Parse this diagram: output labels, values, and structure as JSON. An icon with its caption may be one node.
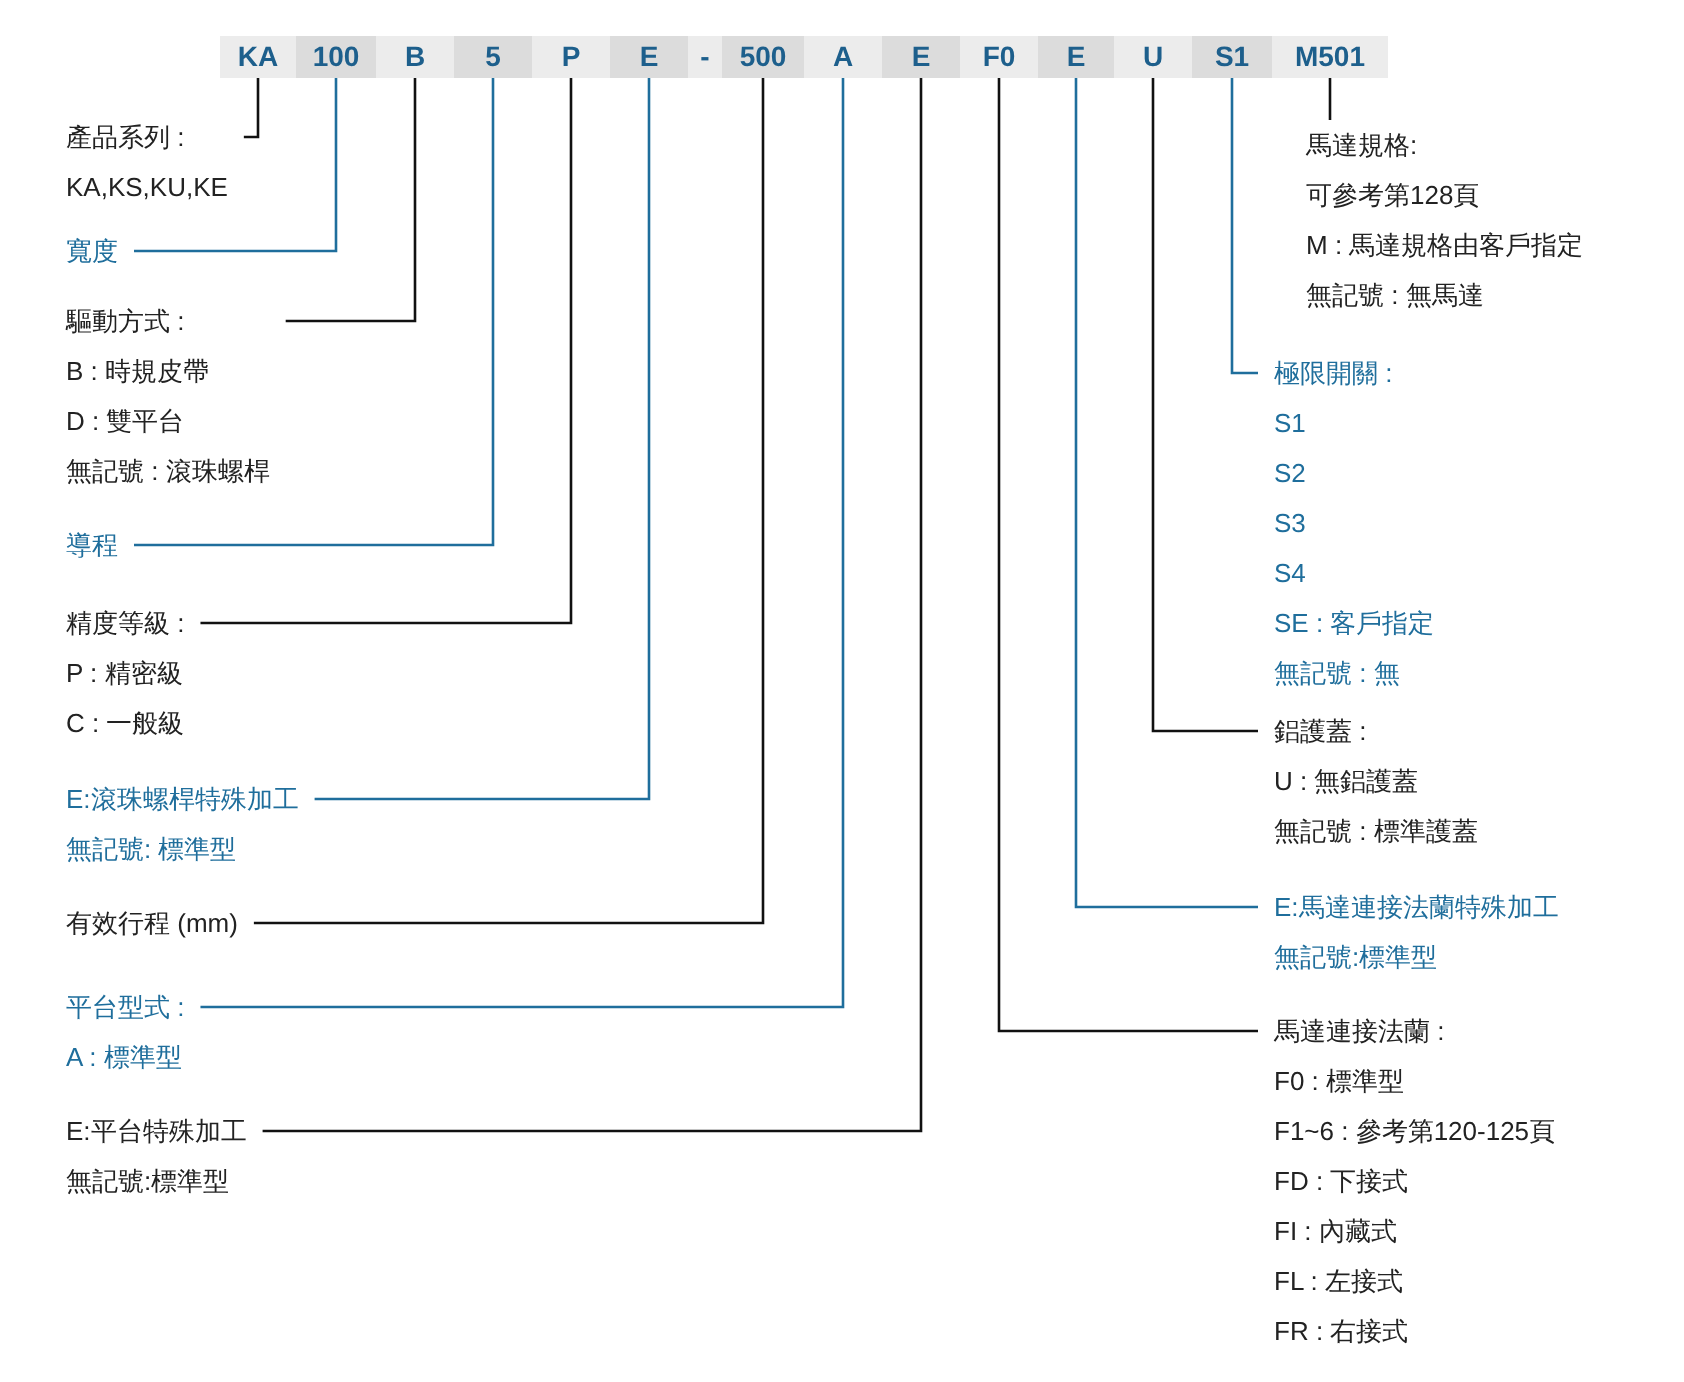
{
  "diagram": {
    "nodes": [
      {
        "text": [
          "KA"
        ]
      },
      {
        "text": [
          "100"
        ]
      },
      {
        "text": [
          "B"
        ]
      },
      {
        "text": [
          "5"
        ]
      },
      {
        "text": [
          "P"
        ]
      },
      {
        "text": [
          "E"
        ]
      },
      {
        "text": [
          "-"
        ]
      },
      {
        "text": [
          "500"
        ]
      },
      {
        "text": [
          "A"
        ]
      },
      {
        "text": [
          "E"
        ]
      },
      {
        "text": [
          "F0"
        ]
      },
      {
        "text": [
          "E"
        ]
      },
      {
        "text": [
          "U"
        ]
      },
      {
        "text": [
          "S1"
        ]
      },
      {
        "text": [
          "M501"
        ]
      },
      {
        "text": [
          "產品系列 :",
          "KA,KS,KU,KE"
        ]
      },
      {
        "text": [
          "寬度"
        ]
      },
      {
        "text": [
          "驅動方式 :",
          "B : 時規皮帶",
          "D : 雙平台",
          "無記號 : 滾珠螺桿"
        ]
      },
      {
        "text": [
          "導程"
        ]
      },
      {
        "text": [
          "精度等級 :",
          "P : 精密級",
          "C : 一般級"
        ]
      },
      {
        "text": [
          "E:滾珠螺桿特殊加工",
          "無記號: 標準型"
        ]
      },
      {
        "text": [
          "有效行程 (mm)"
        ]
      },
      {
        "text": [
          "平台型式 :",
          "A : 標準型"
        ]
      },
      {
        "text": [
          "E:平台特殊加工",
          "無記號:標準型"
        ]
      },
      {
        "text": [
          "馬達規格:",
          "可參考第128頁",
          "M : 馬達規格由客戶指定",
          "無記號 : 無馬達"
        ]
      },
      {
        "text": [
          "極限開關 :",
          "S1",
          "S2",
          "S3",
          "S4",
          "SE : 客戶指定",
          "無記號 : 無"
        ]
      },
      {
        "text": [
          "鋁護蓋 :",
          "U : 無鋁護蓋",
          "無記號 : 標準護蓋"
        ]
      },
      {
        "text": [
          "E:馬達連接法蘭特殊加工",
          "無記號:標準型"
        ]
      },
      {
        "text": [
          "馬達連接法蘭 :",
          "F0 : 標準型",
          "F1~6 : 參考第120-125頁",
          "FD : 下接式",
          "FI : 內藏式",
          "FL : 左接式",
          "FR : 右接式"
        ]
      }
    ],
    "edges": [
      {
        "from": 0,
        "to": 15,
        "arrow": "none"
      },
      {
        "from": 1,
        "to": 16,
        "arrow": "none",
        "color": "#1f6e9c"
      },
      {
        "from": 2,
        "to": 17,
        "arrow": "none"
      },
      {
        "from": 3,
        "to": 18,
        "arrow": "none",
        "color": "#1f6e9c"
      },
      {
        "from": 4,
        "to": 19,
        "arrow": "none"
      },
      {
        "from": 5,
        "to": 20,
        "arrow": "none",
        "color": "#1f6e9c"
      },
      {
        "from": 7,
        "to": 21,
        "arrow": "none"
      },
      {
        "from": 8,
        "to": 22,
        "arrow": "none",
        "color": "#1f6e9c"
      },
      {
        "from": 9,
        "to": 23,
        "arrow": "none"
      },
      {
        "from": 14,
        "to": 24,
        "arrow": "none"
      },
      {
        "from": 13,
        "to": 25,
        "arrow": "none",
        "color": "#1f6e9c"
      },
      {
        "from": 12,
        "to": 26,
        "arrow": "none"
      },
      {
        "from": 11,
        "to": 27,
        "arrow": "none",
        "color": "#1f6e9c"
      },
      {
        "from": 10,
        "to": 28,
        "arrow": "none"
      }
    ]
  }
}
